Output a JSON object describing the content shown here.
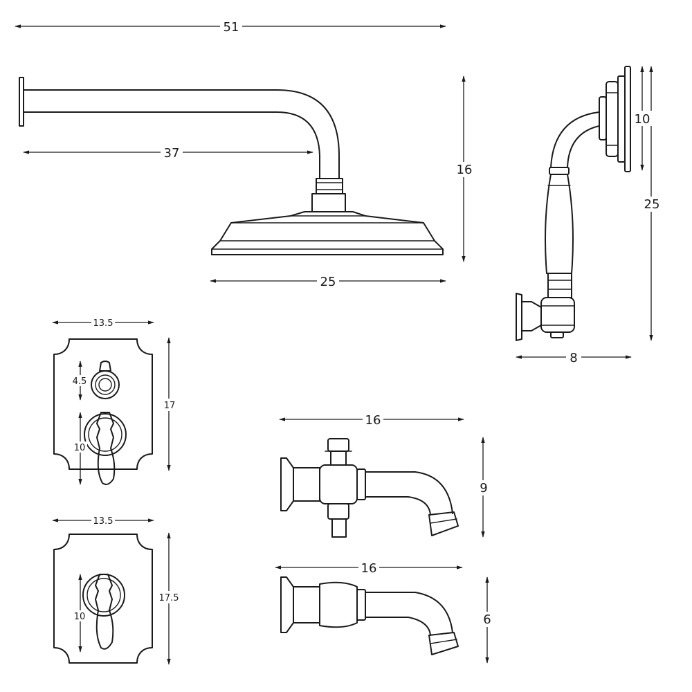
{
  "dimensions": {
    "overall_width": "51",
    "arm_length": "37",
    "arm_drop": "16",
    "head_diameter": "25",
    "handshower_holder": "10",
    "handshower_height": "25",
    "handshower_depth": "8",
    "diverter_plate_width": "13.5",
    "diverter_plate_height": "17",
    "diverter_knob": "4.5",
    "diverter_lever": "10",
    "mixer_plate_width": "13.5",
    "mixer_plate_height": "17.5",
    "mixer_lever": "10",
    "diverter_spout_length": "16",
    "diverter_spout_height": "9",
    "spout_length": "16",
    "spout_height": "6"
  }
}
